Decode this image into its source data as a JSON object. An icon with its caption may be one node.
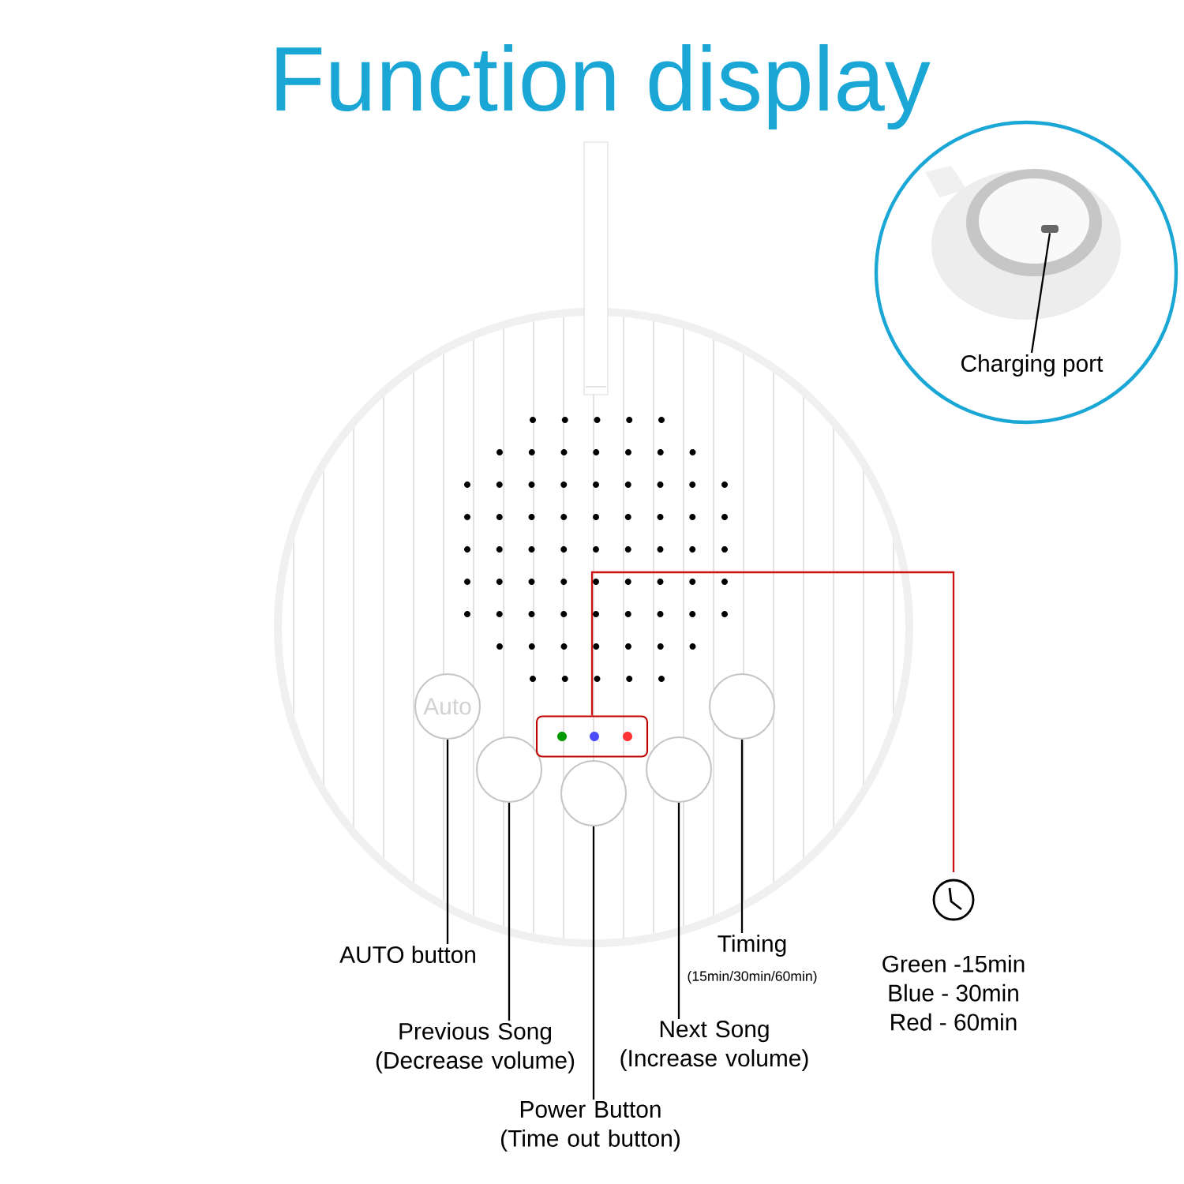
{
  "diagram": {
    "title": "Function display",
    "nodes": [
      {
        "text": [
          "Charging port"
        ]
      },
      {
        "text": [],
        "shape": "box"
      },
      {
        "text": [
          "Auto"
        ]
      },
      {
        "text": [],
        "shape": "circle"
      },
      {
        "text": [],
        "shape": "circle"
      },
      {
        "text": [],
        "shape": "circle"
      },
      {
        "text": [],
        "shape": "circle"
      },
      {
        "text": [],
        "shape": "box"
      },
      {
        "text": [
          "AUTO button"
        ]
      },
      {
        "text": [
          "Previous Song (Decrease volume)"
        ]
      },
      {
        "text": [
          "Power Button (Time out button)"
        ]
      },
      {
        "text": [
          "Next Song (Increase volume)"
        ]
      },
      {
        "text": [
          "Timing",
          "(15min/30min/60min)"
        ]
      },
      {
        "text": [
          "Green -15min",
          "Blue - 30min",
          "Red - 60min"
        ]
      }
    ],
    "edges": [
      {
        "from": 0,
        "to": 1,
        "arrow": "none"
      },
      {
        "from": 8,
        "to": 2,
        "arrow": "none"
      },
      {
        "from": 9,
        "to": 3,
        "arrow": "none"
      },
      {
        "from": 10,
        "to": 4,
        "arrow": "none"
      },
      {
        "from": 11,
        "to": 5,
        "arrow": "none"
      },
      {
        "from": 12,
        "to": 6,
        "arrow": "none"
      },
      {
        "from": 13,
        "to": 7,
        "arrow": "none",
        "color": "#cc1111"
      }
    ]
  }
}
